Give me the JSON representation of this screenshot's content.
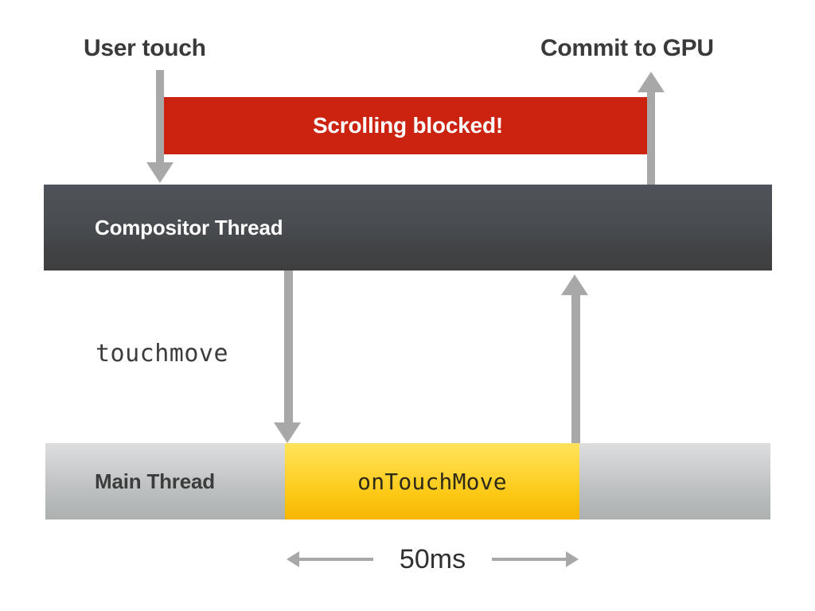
{
  "diagram": {
    "title_labels": {
      "user_touch": "User touch",
      "commit_to_gpu": "Commit to GPU"
    },
    "blocked_bar": {
      "label": "Scrolling blocked!",
      "color": "#cc2310",
      "text_color": "#ffffff"
    },
    "compositor": {
      "label": "Compositor Thread",
      "color_top": "#50545a",
      "color_bottom": "#3e3e3e",
      "text_color": "#ffffff"
    },
    "event_label": {
      "touchmove": "touchmove"
    },
    "main_thread": {
      "label": "Main Thread",
      "color_top": "#dcdee0",
      "color_bottom": "#acb0af",
      "text_color": "#3c3c3c"
    },
    "handler_block": {
      "label": "onTouchMove",
      "color_top": "#ffe35c",
      "color_bottom": "#f7b500",
      "text_color": "#2e2a1a"
    },
    "measure": {
      "label": "50ms",
      "arrow_color": "#a8a8a8"
    },
    "arrows": {
      "color": "#a8a8a8",
      "user_touch_to_compositor": "down-arrow",
      "compositor_to_gpu": "up-arrow",
      "compositor_to_main": "down-arrow",
      "main_to_compositor": "up-arrow"
    }
  }
}
